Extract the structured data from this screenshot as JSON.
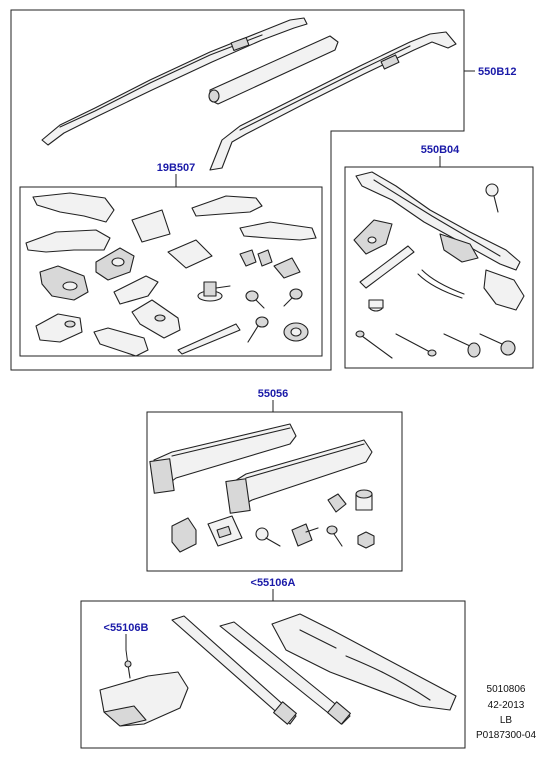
{
  "callouts": {
    "main": "550B12",
    "kit_19b507": "19B507",
    "kit_550b04": "550B04",
    "kit_55056": "55056",
    "kit_55106a": "<55106A",
    "kit_55106b": "<55106B"
  },
  "footer": {
    "line1": "5010806",
    "line2": "42-2013",
    "line3": "LB",
    "line4": "P0187300-04"
  }
}
